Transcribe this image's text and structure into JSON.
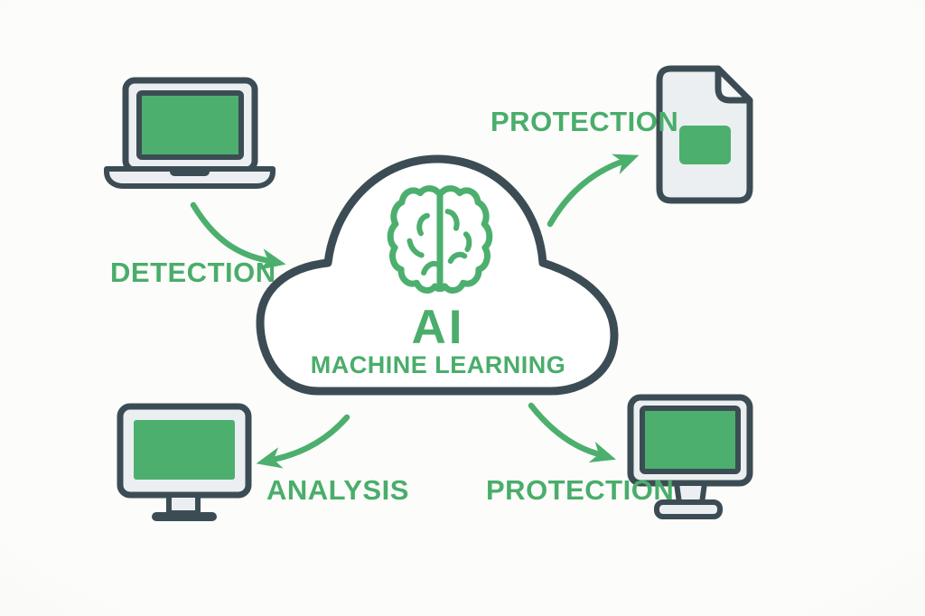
{
  "diagram": {
    "title_visible_text": "AI MACHINE LEARNING",
    "center": {
      "shape": "cloud",
      "icon": "brain-icon",
      "title": "AI",
      "subtitle": "MACHINE LEARNING"
    },
    "nodes": {
      "top_left": {
        "icon": "laptop-icon",
        "label": "DETECTION",
        "position": "top-left"
      },
      "top_right": {
        "icon": "document-icon",
        "label": "PROTECTION",
        "position": "top-right"
      },
      "bottom_left": {
        "icon": "monitor-icon",
        "label": "ANALYSIS",
        "position": "bottom-left"
      },
      "bottom_right": {
        "icon": "monitor-icon",
        "label": "PROTECTION",
        "position": "bottom-right"
      }
    },
    "connections": [
      {
        "from": "laptop",
        "to": "cloud",
        "label": "DETECTION"
      },
      {
        "from": "cloud",
        "to": "document",
        "label": "PROTECTION"
      },
      {
        "from": "cloud",
        "to": "monitor-left",
        "label": "ANALYSIS"
      },
      {
        "from": "cloud",
        "to": "monitor-right",
        "label": "PROTECTION"
      }
    ],
    "colors": {
      "accent_green": "#4CAF6E",
      "label_green": "#4AAD6B",
      "outline_slate": "#3C4C54",
      "device_fill": "#ECEFF1",
      "cloud_fill": "#FFFFFF",
      "background": "#F8F8F6"
    }
  }
}
